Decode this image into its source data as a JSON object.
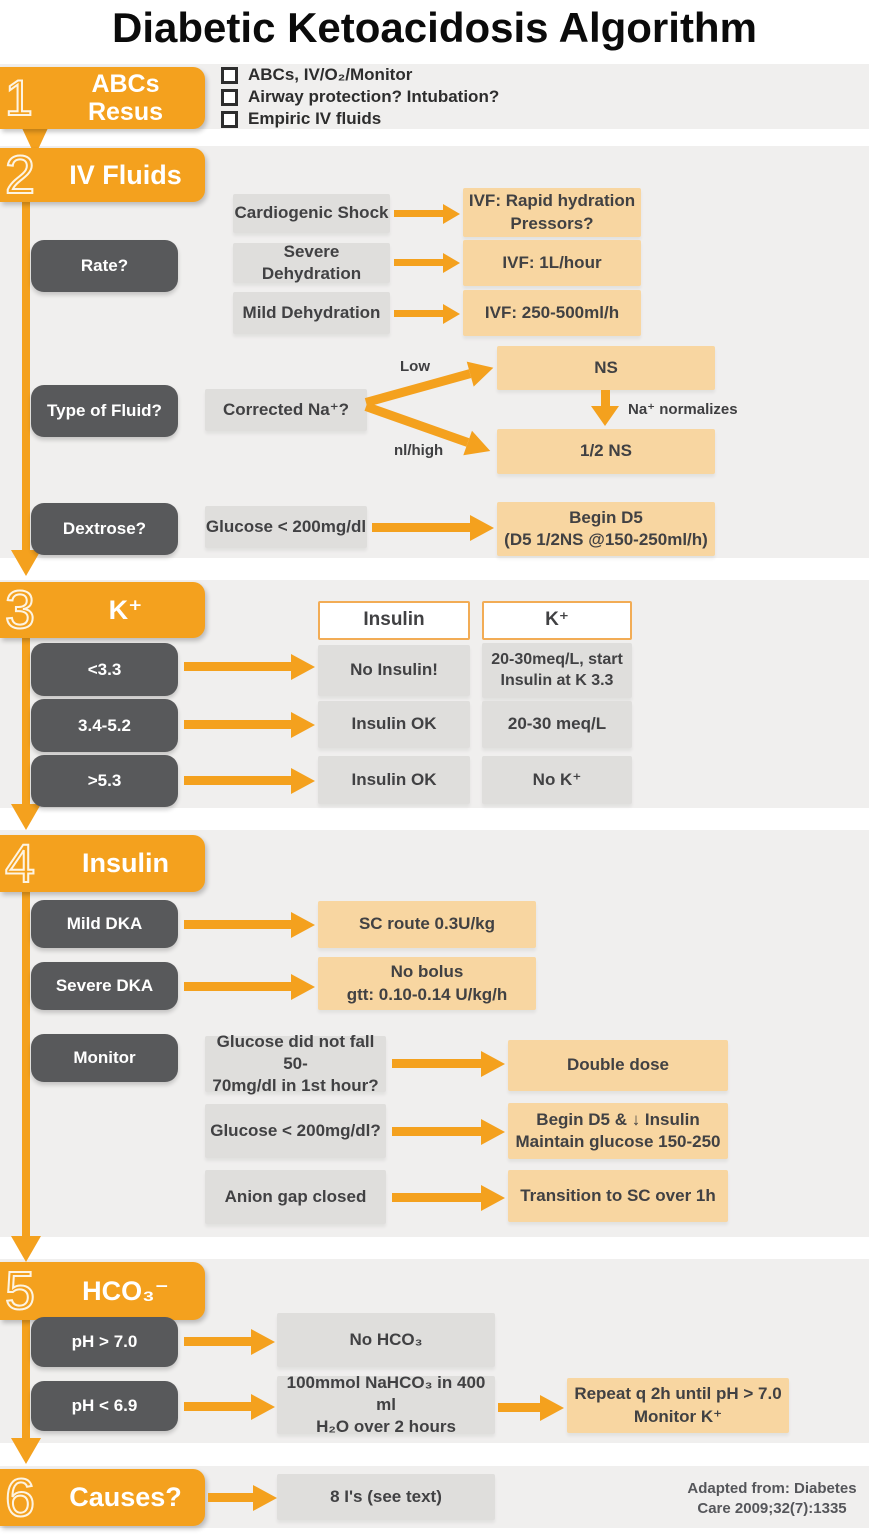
{
  "title": "Diabetic Ketoacidosis Algorithm",
  "colors": {
    "orange": "#F4A11E",
    "peach": "#F8D6A1",
    "gray_cell": "#DFDEDC",
    "dark_box": "#58595B",
    "band": "#F0EFEE"
  },
  "s1": {
    "num": "1",
    "label_line1": "ABCs",
    "label_line2": "Resus",
    "checklist": [
      "ABCs, IV/O₂/Monitor",
      "Airway protection? Intubation?",
      "Empiric IV fluids"
    ]
  },
  "s2": {
    "num": "2",
    "label": "IV Fluids",
    "rate_label": "Rate?",
    "row1_cond": "Cardiogenic Shock",
    "row1_res1": "IVF: Rapid hydration",
    "row1_res2": "Pressors?",
    "row2_cond": "Severe Dehydration",
    "row2_res": "IVF: 1L/hour",
    "row3_cond": "Mild Dehydration",
    "row3_res": "IVF: 250-500ml/h",
    "type_label": "Type of Fluid?",
    "corrected_na": "Corrected Na⁺?",
    "low": "Low",
    "nl_high": "nl/high",
    "ns": "NS",
    "na_normalizes": "Na⁺ normalizes",
    "half_ns": "1/2 NS",
    "dextrose_label": "Dextrose?",
    "glucose_cond": "Glucose < 200mg/dl",
    "d5_line1": "Begin D5",
    "d5_line2": "(D5 1/2NS @150-250ml/h)"
  },
  "s3": {
    "num": "3",
    "label": "K⁺",
    "col_insulin": "Insulin",
    "col_k": "K⁺",
    "row1_range": "<3.3",
    "row1_insulin": "No Insulin!",
    "row1_k1": "20-30meq/L, start",
    "row1_k2": "Insulin at K 3.3",
    "row2_range": "3.4-5.2",
    "row2_insulin": "Insulin OK",
    "row2_k": "20-30 meq/L",
    "row3_range": ">5.3",
    "row3_insulin": "Insulin OK",
    "row3_k": "No K⁺"
  },
  "s4": {
    "num": "4",
    "label": "Insulin",
    "mild_label": "Mild DKA",
    "mild_res": "SC route 0.3U/kg",
    "severe_label": "Severe DKA",
    "severe_res1": "No bolus",
    "severe_res2": "gtt: 0.10-0.14 U/kg/h",
    "monitor_label": "Monitor",
    "m1_cond1": "Glucose did not fall 50-",
    "m1_cond2": "70mg/dl in 1st hour?",
    "m1_res": "Double dose",
    "m2_cond": "Glucose < 200mg/dl?",
    "m2_res1": "Begin D5 & ↓ Insulin",
    "m2_res2": "Maintain glucose 150-250",
    "m3_cond": "Anion gap closed",
    "m3_res": "Transition to SC over 1h"
  },
  "s5": {
    "num": "5",
    "label": "HCO₃⁻",
    "row1_cond": "pH > 7.0",
    "row1_res": "No HCO₃",
    "row2_cond": "pH < 6.9",
    "row2_mid1": "100mmol NaHCO₃ in 400 ml",
    "row2_mid2": "H₂O over 2 hours",
    "row2_res1": "Repeat q 2h until pH > 7.0",
    "row2_res2": "Monitor K⁺"
  },
  "s6": {
    "num": "6",
    "label": "Causes?",
    "res": "8 I's (see text)",
    "credit1": "Adapted from: Diabetes",
    "credit2": "Care 2009;32(7):1335"
  }
}
